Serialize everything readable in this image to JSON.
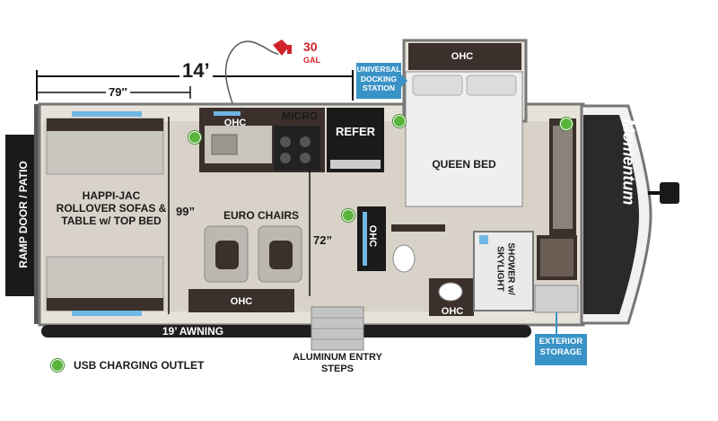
{
  "dimensions": {
    "overall_width": "14’",
    "sofa_width": "79″",
    "interior_height": "99”",
    "aisle_width": "72”"
  },
  "fuel": {
    "capacity": "30",
    "unit": "GAL"
  },
  "labels": {
    "ramp_door": "RAMP DOOR / PATIO",
    "sofas": "HAPPI-JAC ROLLOVER SOFAS & TABLE w/ TOP BED",
    "euro_chairs": "EURO CHAIRS",
    "micro": "MICRO",
    "refer": "REFER",
    "queen_bed": "QUEEN BED",
    "shower": "SHOWER w/ SKYLIGHT",
    "awning": "19’ AWNING",
    "entry_steps": "ALUMINUM ENTRY STEPS",
    "docking_station": "UNIVERSAL DOCKING STATION",
    "exterior_storage": "EXTERIOR STORAGE",
    "ohc": "OHC",
    "brand": "Momentum"
  },
  "legend": {
    "usb_outlet": "USB CHARGING OUTLET"
  },
  "colors": {
    "usb_dot": "#5ab43c",
    "callout_blue": "#3a93c7",
    "fuel_red": "#d0232a",
    "cabinet_dark": "#3b302b",
    "floor": "#d8d2c8"
  }
}
